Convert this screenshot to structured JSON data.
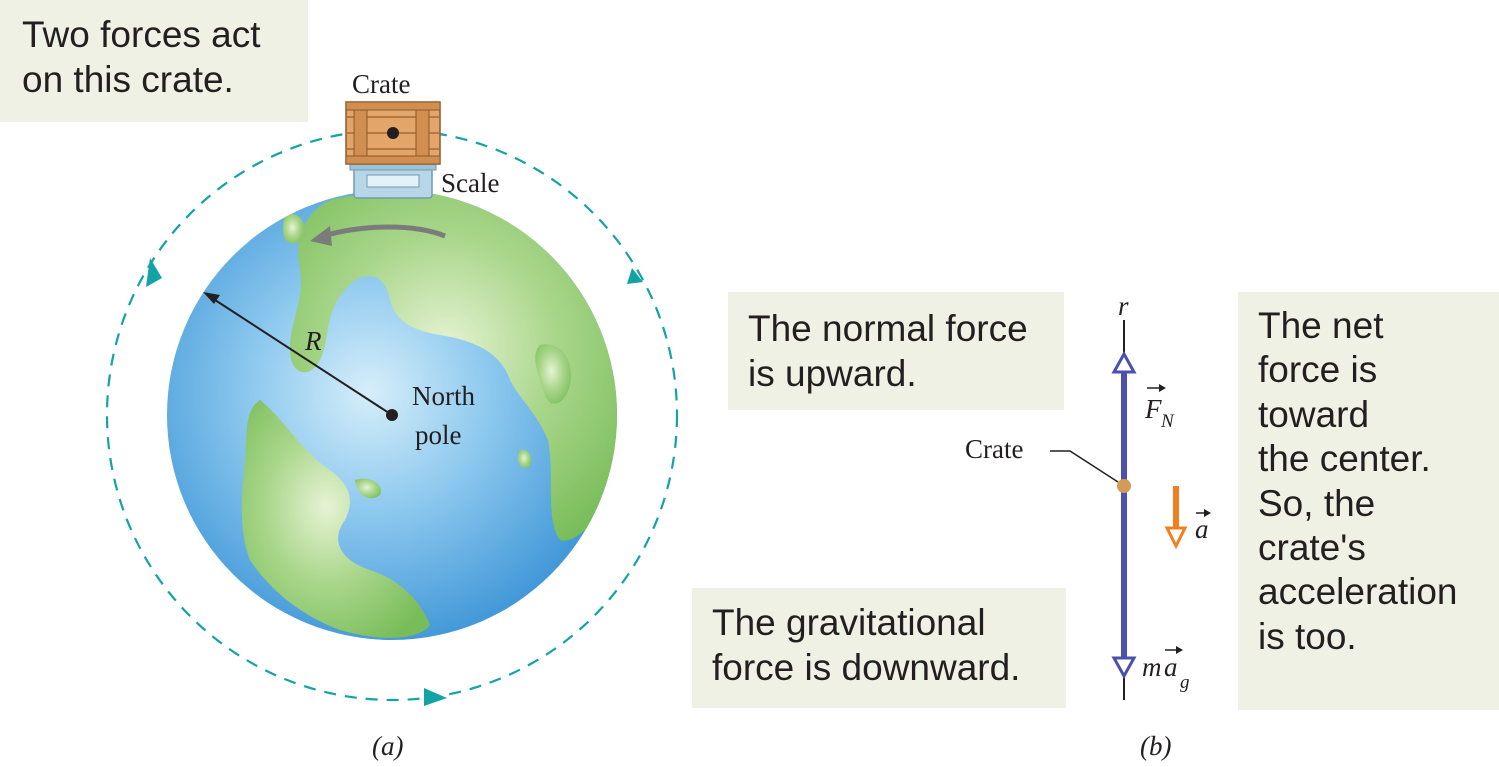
{
  "callouts": {
    "top": "Two forces act\non this crate.",
    "normal": "The normal force\nis upward.",
    "gravitational": "The gravitational\nforce is downward.",
    "net": "The net\nforce is\ntoward\nthe center.\nSo, the\ncrate's\nacceleration\nis too."
  },
  "part_a": {
    "crate_label": "Crate",
    "scale_label": "Scale",
    "radius_label": "R",
    "center_label_line1": "North",
    "center_label_line2": "pole",
    "caption": "(a)"
  },
  "part_b": {
    "axis_label": "r",
    "crate_label": "Crate",
    "normal_vector": "F",
    "normal_subscript": "N",
    "acceleration_vector": "a",
    "gravity_vector_m": "m",
    "gravity_vector_a": "a",
    "gravity_subscript": "g",
    "caption": "(b)"
  },
  "colors": {
    "orbit": "#13a3a6",
    "axis": "#4b4fad",
    "acceleration": "#f07f1f",
    "crate_dot": "#d49a57",
    "ocean": "#4aa3de",
    "land": "#8cc86a",
    "callout_bg": "#eef1e3"
  }
}
